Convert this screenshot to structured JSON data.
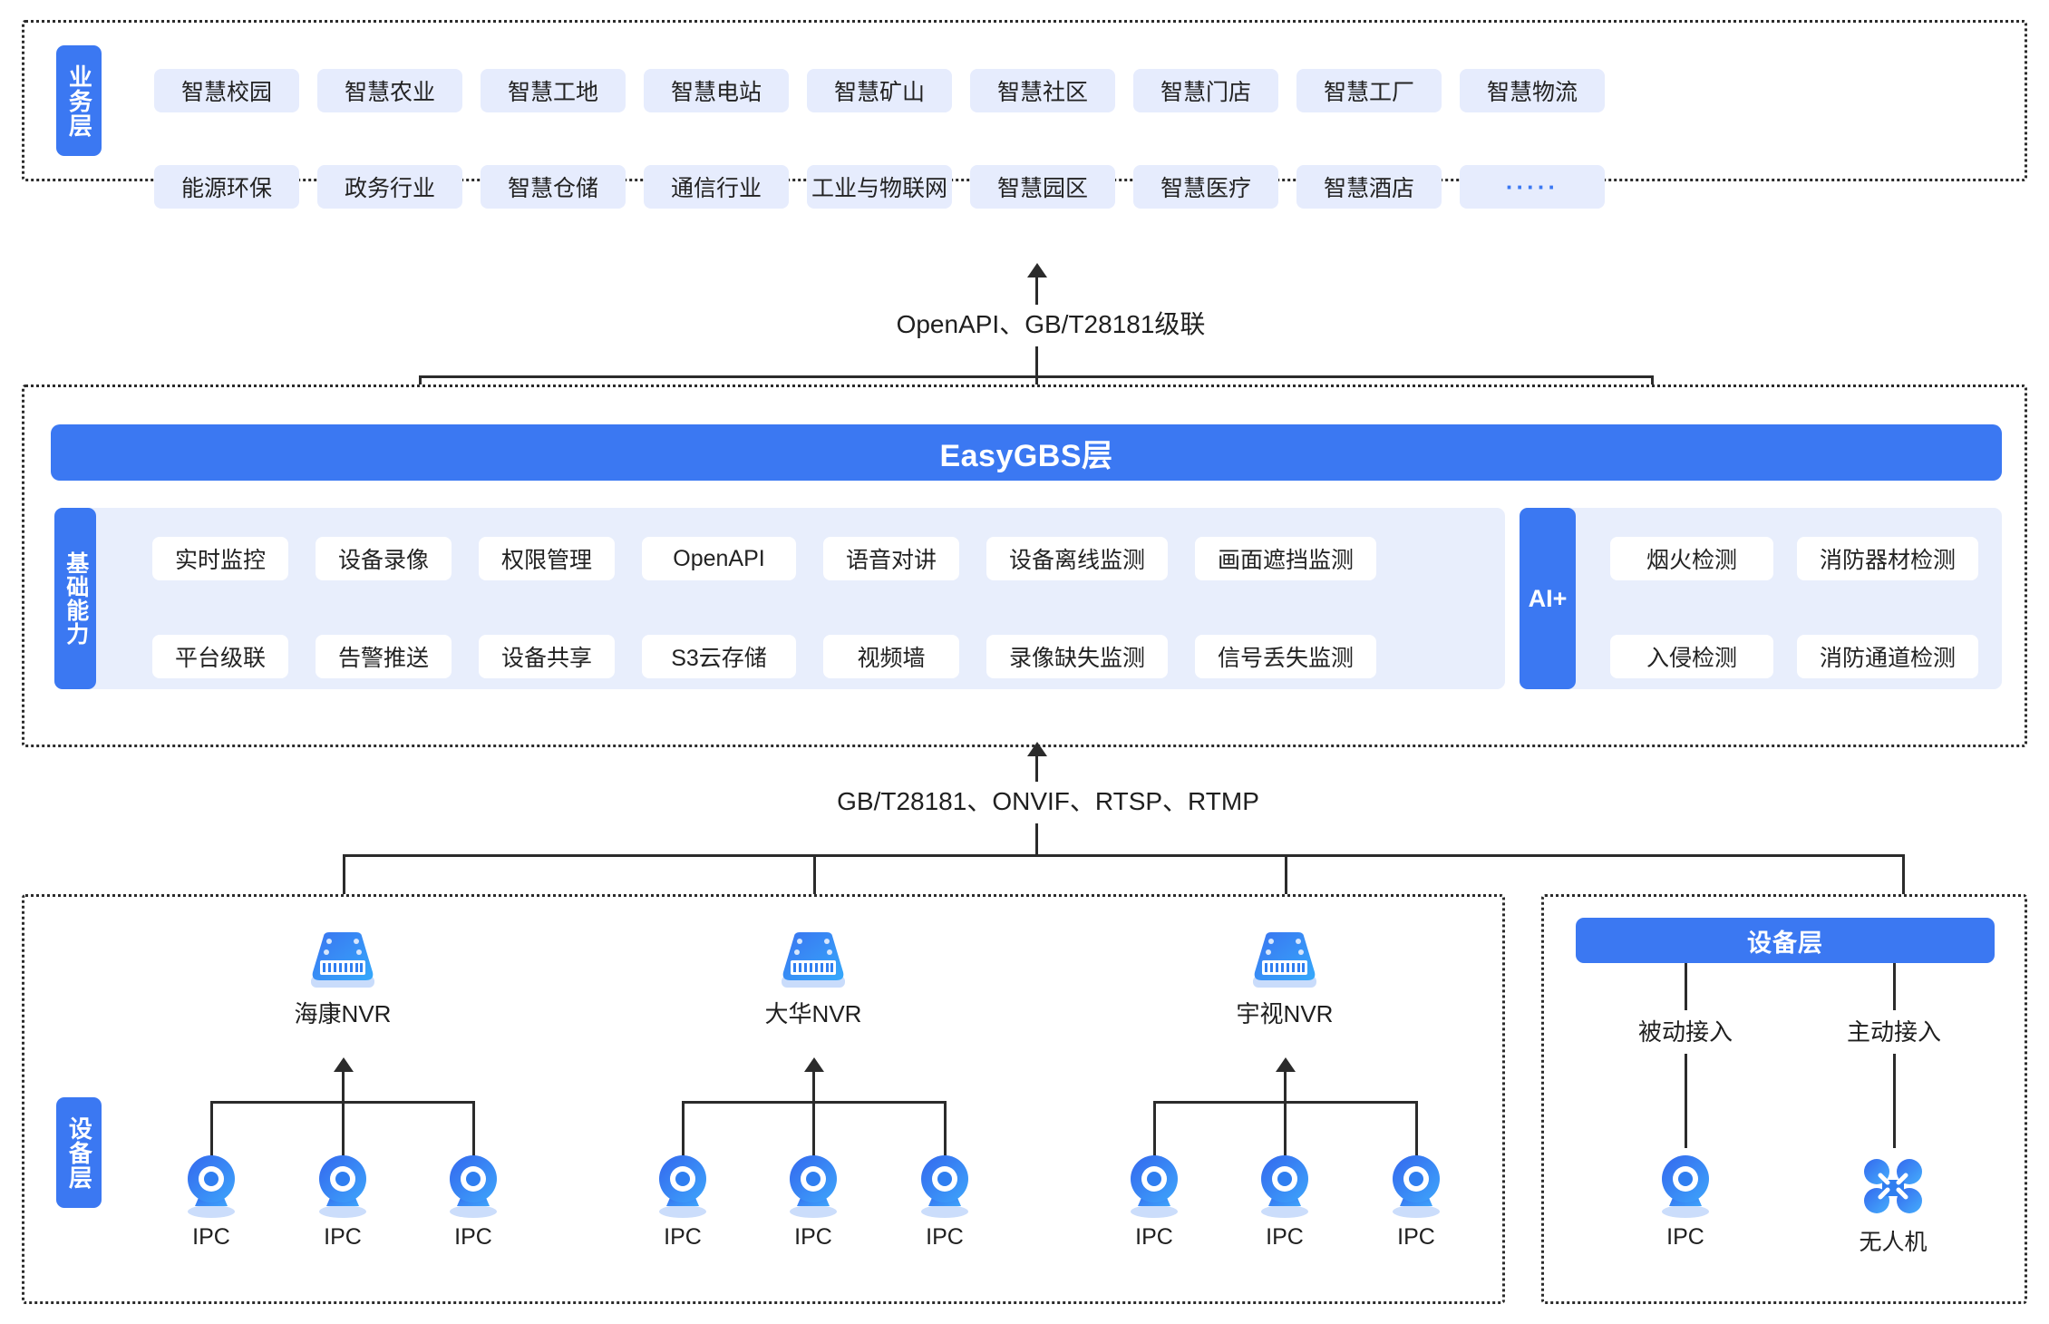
{
  "business_layer": {
    "side_label": "业务层",
    "row1": [
      "智慧校园",
      "智慧农业",
      "智慧工地",
      "智慧电站",
      "智慧矿山",
      "智慧社区",
      "智慧门店",
      "智慧工厂",
      "智慧物流"
    ],
    "row2": [
      "能源环保",
      "政务行业",
      "智慧仓储",
      "通信行业",
      "工业与物联网",
      "智慧园区",
      "智慧医疗",
      "智慧酒店",
      "·····"
    ]
  },
  "connector_top": "OpenAPI、GB/T28181级联",
  "easygbs": {
    "title": "EasyGBS层",
    "side_label": "基础能力",
    "capabilities_row1": [
      "实时监控",
      "设备录像",
      "权限管理",
      "OpenAPI",
      "语音对讲",
      "设备离线监测",
      "画面遮挡监测"
    ],
    "capabilities_row2": [
      "平台级联",
      "告警推送",
      "设备共享",
      "S3云存储",
      "视频墙",
      "录像缺失监测",
      "信号丢失监测"
    ],
    "ai_label": "AI+",
    "ai_row1": [
      "烟火检测",
      "消防器材检测"
    ],
    "ai_row2": [
      "入侵检测",
      "消防通道检测"
    ]
  },
  "connector_bottom": "GB/T28181、ONVIF、RTSP、RTMP",
  "device_layer_left": {
    "side_label": "设备层",
    "nvrs": [
      {
        "name": "海康NVR",
        "icon": "nvr-icon",
        "cameras": [
          "IPC",
          "IPC",
          "IPC"
        ]
      },
      {
        "name": "大华NVR",
        "icon": "nvr-icon",
        "cameras": [
          "IPC",
          "IPC",
          "IPC"
        ]
      },
      {
        "name": "宇视NVR",
        "icon": "nvr-icon",
        "cameras": [
          "IPC",
          "IPC",
          "IPC"
        ]
      }
    ]
  },
  "device_layer_right": {
    "header": "设备层",
    "branches": [
      {
        "mode": "被动接入",
        "device": "IPC",
        "icon": "ipc-camera-icon"
      },
      {
        "mode": "主动接入",
        "device": "无人机",
        "icon": "drone-icon"
      }
    ]
  },
  "colors": {
    "brand_blue": "#3b78f2",
    "chip_blue": "#e6ecfd",
    "panel_blue": "#e8eefc",
    "line": "#2b2b2b"
  }
}
